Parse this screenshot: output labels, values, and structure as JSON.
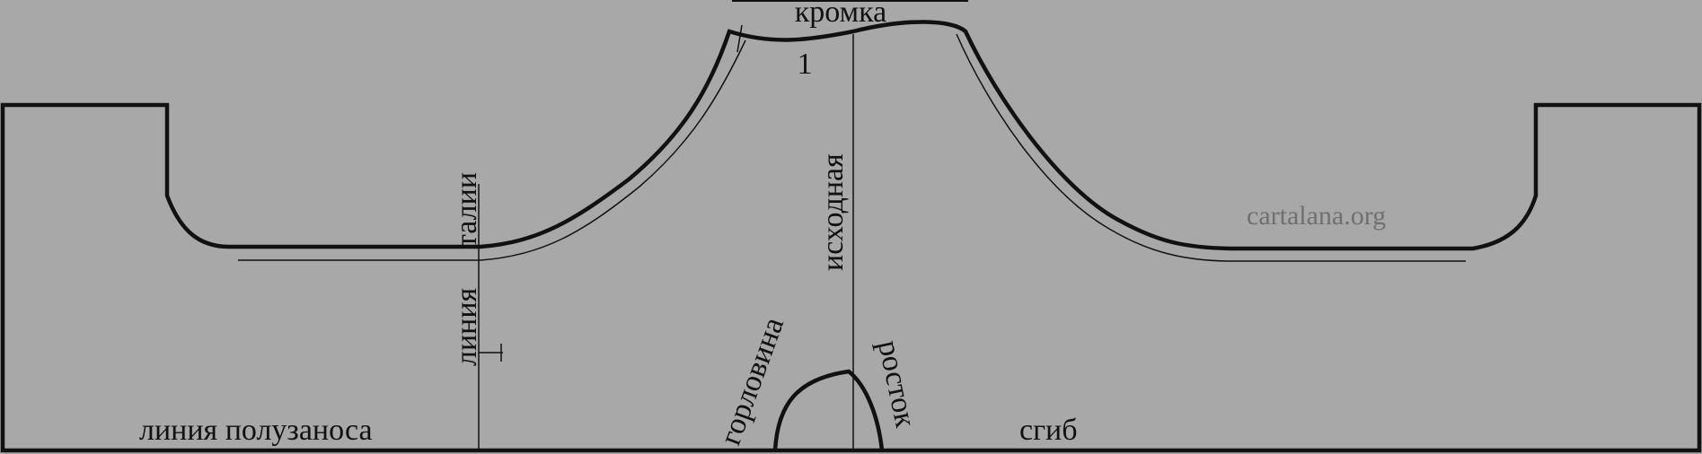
{
  "labels": {
    "selvage": "кромка",
    "number": "1",
    "waist_line_word1": "линия",
    "waist_line_word2": "талии",
    "base_line": "исходная",
    "neckline": "горловина",
    "rise": "росток",
    "half_overlap_line": "линия полузаноса",
    "fold": "сгиб",
    "watermark": "cartalana.org"
  },
  "colors": {
    "background": "#a8a8a8",
    "outline": "#111111",
    "watermark": "#707070"
  }
}
